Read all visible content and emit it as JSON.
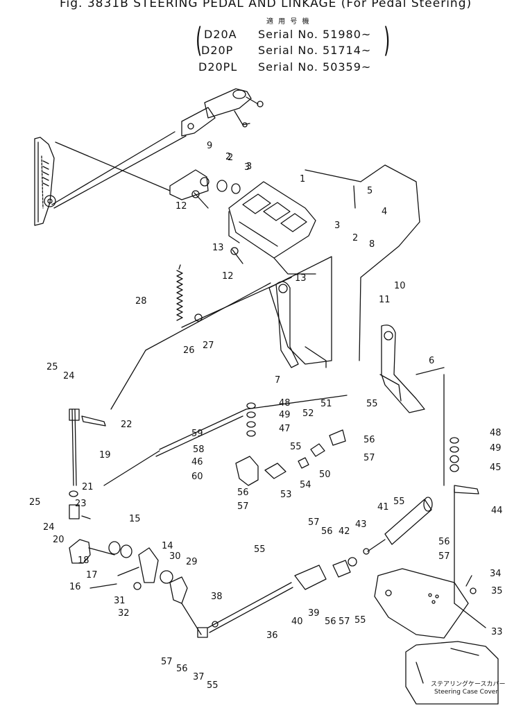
{
  "header": {
    "title": "Fig. 3831B  STEERING PEDAL AND LINKAGE (For Pedal Steering)",
    "applicable_label": "適 用 号 機",
    "serials": [
      {
        "model": "D20A",
        "serial": "Serial No. 51980~"
      },
      {
        "model": "D20P",
        "serial": "Serial No. 51714~"
      },
      {
        "model": "D20PL",
        "serial": "Serial No. 50359~"
      }
    ]
  },
  "cover_label": {
    "jp": "ステアリングケースカバー",
    "en": "Steering Case Cover"
  },
  "callouts": [
    {
      "n": "1"
    },
    {
      "n": "2"
    },
    {
      "n": "3"
    },
    {
      "n": "4"
    },
    {
      "n": "5"
    },
    {
      "n": "3"
    },
    {
      "n": "2"
    },
    {
      "n": "8"
    },
    {
      "n": "9"
    },
    {
      "n": "2"
    },
    {
      "n": "3"
    },
    {
      "n": "12"
    },
    {
      "n": "13"
    },
    {
      "n": "12"
    },
    {
      "n": "13"
    },
    {
      "n": "10"
    },
    {
      "n": "11"
    },
    {
      "n": "28"
    },
    {
      "n": "26"
    },
    {
      "n": "27"
    },
    {
      "n": "7"
    },
    {
      "n": "6"
    },
    {
      "n": "25"
    },
    {
      "n": "24"
    },
    {
      "n": "22"
    },
    {
      "n": "19"
    },
    {
      "n": "48"
    },
    {
      "n": "49"
    },
    {
      "n": "47"
    },
    {
      "n": "51"
    },
    {
      "n": "55"
    },
    {
      "n": "52"
    },
    {
      "n": "59"
    },
    {
      "n": "55"
    },
    {
      "n": "56"
    },
    {
      "n": "58"
    },
    {
      "n": "57"
    },
    {
      "n": "46"
    },
    {
      "n": "60"
    },
    {
      "n": "54"
    },
    {
      "n": "50"
    },
    {
      "n": "56"
    },
    {
      "n": "53"
    },
    {
      "n": "57"
    },
    {
      "n": "21"
    },
    {
      "n": "25"
    },
    {
      "n": "23"
    },
    {
      "n": "24"
    },
    {
      "n": "20"
    },
    {
      "n": "15"
    },
    {
      "n": "18"
    },
    {
      "n": "14"
    },
    {
      "n": "30"
    },
    {
      "n": "17"
    },
    {
      "n": "29"
    },
    {
      "n": "16"
    },
    {
      "n": "31"
    },
    {
      "n": "32"
    },
    {
      "n": "48"
    },
    {
      "n": "49"
    },
    {
      "n": "45"
    },
    {
      "n": "44"
    },
    {
      "n": "41"
    },
    {
      "n": "55"
    },
    {
      "n": "56"
    },
    {
      "n": "57"
    },
    {
      "n": "57"
    },
    {
      "n": "56"
    },
    {
      "n": "42"
    },
    {
      "n": "43"
    },
    {
      "n": "55"
    },
    {
      "n": "39"
    },
    {
      "n": "40"
    },
    {
      "n": "56"
    },
    {
      "n": "57"
    },
    {
      "n": "55"
    },
    {
      "n": "34"
    },
    {
      "n": "35"
    },
    {
      "n": "33"
    },
    {
      "n": "38"
    },
    {
      "n": "36"
    },
    {
      "n": "57"
    },
    {
      "n": "56"
    },
    {
      "n": "37"
    },
    {
      "n": "55"
    }
  ]
}
